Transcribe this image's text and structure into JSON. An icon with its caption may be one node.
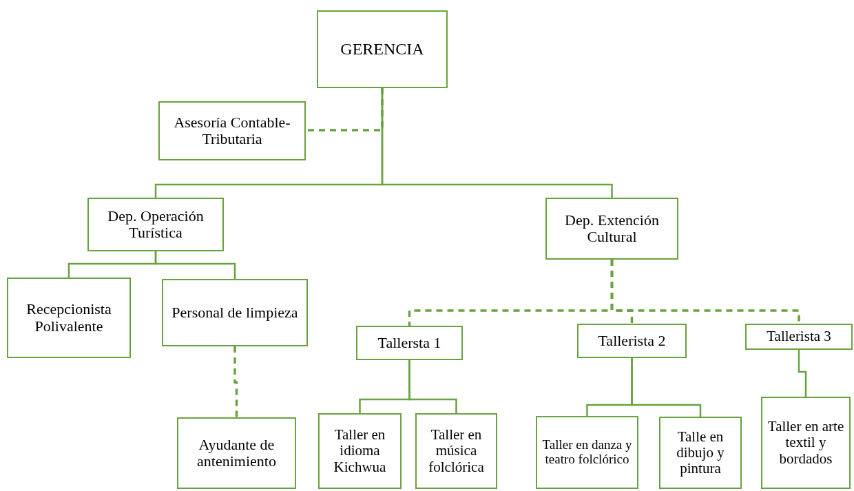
{
  "diagram": {
    "nodes": [
      {
        "text": [
          "GERENCIA"
        ]
      },
      {
        "text": [
          "Asesoría Contable-Tributaria"
        ]
      },
      {
        "text": [
          "Dep. Operación Turística"
        ]
      },
      {
        "text": [
          "Dep. Extención Cultural"
        ]
      },
      {
        "text": [
          "Recepcionista Polivalente"
        ]
      },
      {
        "text": [
          "Personal de limpieza"
        ]
      },
      {
        "text": [
          "Ayudante de antenimiento"
        ]
      },
      {
        "text": [
          "Tallersta 1"
        ]
      },
      {
        "text": [
          "Tallerista 2"
        ]
      },
      {
        "text": [
          "Tallerista 3"
        ]
      },
      {
        "text": [
          "Taller en idioma Kichwua"
        ]
      },
      {
        "text": [
          "Taller en música folclórica"
        ]
      },
      {
        "text": [
          "Taller en danza y teatro folclórico"
        ]
      },
      {
        "text": [
          "Talle en dibujo y pintura"
        ]
      },
      {
        "text": [
          "Taller en arte textil y bordados"
        ]
      }
    ],
    "edges": [
      {
        "from": 0,
        "to": 1,
        "arrow": "none",
        "style": "dashed"
      },
      {
        "from": 0,
        "to": 2,
        "arrow": "none"
      },
      {
        "from": 0,
        "to": 3,
        "arrow": "none"
      },
      {
        "from": 2,
        "to": 4,
        "arrow": "none"
      },
      {
        "from": 2,
        "to": 5,
        "arrow": "none"
      },
      {
        "from": 5,
        "to": 6,
        "arrow": "none",
        "style": "dashed"
      },
      {
        "from": 3,
        "to": 7,
        "arrow": "none",
        "style": "dashed"
      },
      {
        "from": 3,
        "to": 8,
        "arrow": "none",
        "style": "dashed"
      },
      {
        "from": 3,
        "to": 9,
        "arrow": "none",
        "style": "dashed"
      },
      {
        "from": 7,
        "to": 10,
        "arrow": "none"
      },
      {
        "from": 7,
        "to": 11,
        "arrow": "none"
      },
      {
        "from": 8,
        "to": 12,
        "arrow": "none"
      },
      {
        "from": 8,
        "to": 13,
        "arrow": "none"
      },
      {
        "from": 9,
        "to": 14,
        "arrow": "none"
      }
    ]
  }
}
